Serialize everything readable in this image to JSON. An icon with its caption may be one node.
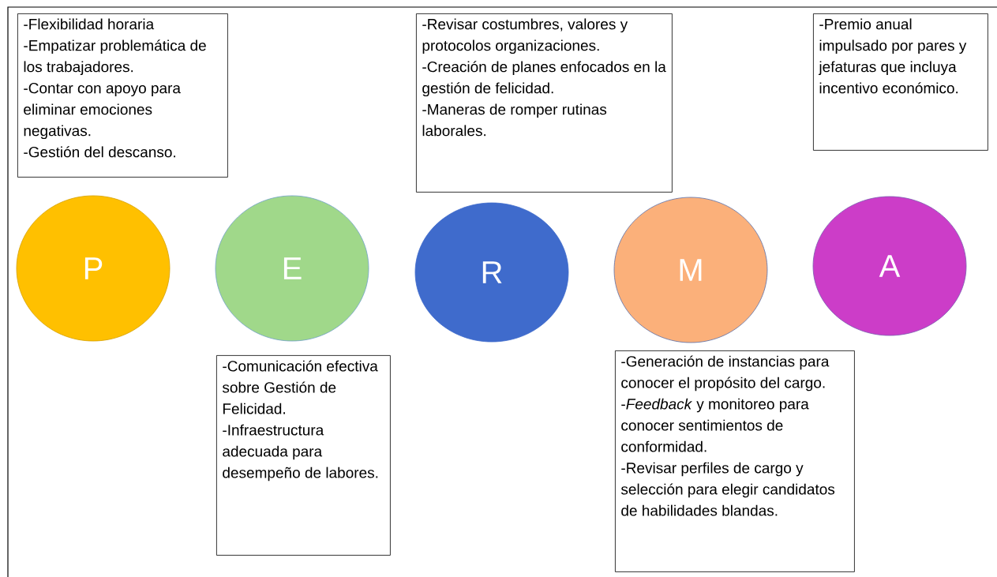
{
  "diagram": {
    "nodes": [
      {
        "text": [
          "-Flexibilidad horaria",
          "-Empatizar problemática de los trabajadores.",
          "-Contar con apoyo para eliminar emociones negativas.",
          "-Gestión del descanso."
        ]
      },
      {
        "text": [
          "-Revisar costumbres, valores y protocolos organizaciones.",
          "-Creación de planes enfocados en la gestión de felicidad.",
          "-Maneras de romper rutinas laborales."
        ]
      },
      {
        "text": [
          "-Premio anual impulsado por pares y jefaturas que incluya incentivo económico."
        ]
      },
      {
        "text": [
          "P"
        ]
      },
      {
        "text": [
          "E"
        ]
      },
      {
        "text": [
          "R"
        ]
      },
      {
        "text": [
          "M"
        ]
      },
      {
        "text": [
          "A"
        ]
      },
      {
        "text": [
          "-Comunicación efectiva sobre Gestión de Felicidad.",
          "-Infraestructura adecuada para desempeño de labores."
        ]
      },
      {
        "text": [
          "-Generación de instancias para conocer el propósito del cargo.",
          "-*Feedback* y monitoreo para conocer sentimientos de conformidad.",
          "-Revisar perfiles de cargo y selección para elegir candidatos de habilidades blandas."
        ]
      }
    ]
  }
}
